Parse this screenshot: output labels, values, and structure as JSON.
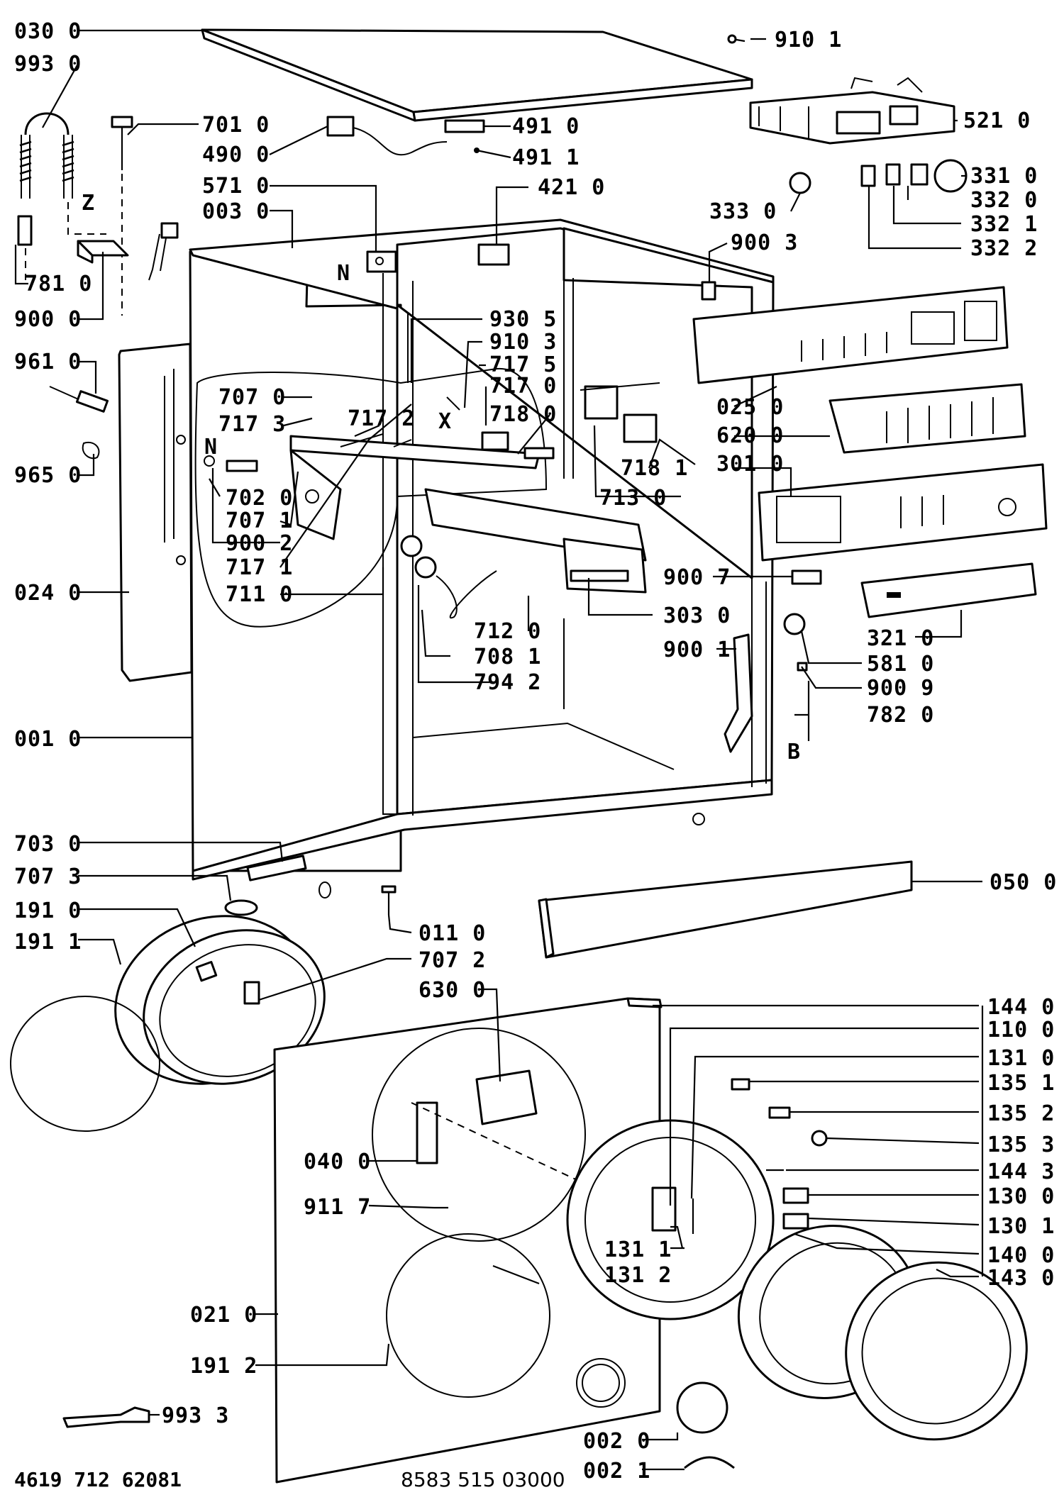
{
  "labels": {
    "l0300": "030 0",
    "l9930": "993 0",
    "l7010": "701 0",
    "l4900": "490 0",
    "l4910": "491 0",
    "l4911": "491 1",
    "l9101": "910 1",
    "l5210": "521 0",
    "l5710": "571 0",
    "l0030": "003 0",
    "l4210": "421 0",
    "l3330": "333 0",
    "l3310": "331 0",
    "l3320": "332 0",
    "l3321": "332 1",
    "l3322": "332 2",
    "l7810": "781 0",
    "l9000": "900 0",
    "l9003": "900 3",
    "l9305": "930 5",
    "l9103": "910 3",
    "l7175": "717 5",
    "l7170": "717 0",
    "l9610": "961 0",
    "l7070": "707 0",
    "l7173": "717 3",
    "l7172": "717 2",
    "l7180": "718 0",
    "l0250": "025 0",
    "l6200": "620 0",
    "l3010": "301 0",
    "l7181": "718 1",
    "l7130": "713 0",
    "l9650": "965 0",
    "l7020": "702 0",
    "l7071": "707 1",
    "l9002": "900 2",
    "l7171": "717 1",
    "l7110": "711 0",
    "l0240": "024 0",
    "l9007": "900 7",
    "l3030": "303 0",
    "l3210": "321 0",
    "l7120": "712 0",
    "l7081": "708 1",
    "l7942": "794 2",
    "l9001": "900 1",
    "l5810": "581 0",
    "l9009": "900 9",
    "l7820": "782 0",
    "l0010": "001 0",
    "l7030": "703 0",
    "l7073": "707 3",
    "l1910": "191 0",
    "l1911": "191 1",
    "l0110": "011 0",
    "l0500": "050 0",
    "l7072": "707 2",
    "l6300": "630 0",
    "l1440": "144 0",
    "l1100": "110 0",
    "l1310": "131 0",
    "l1351": "135 1",
    "l1352": "135 2",
    "l1353": "135 3",
    "l1443": "144 3",
    "l1300": "130 0",
    "l1301": "130 1",
    "l1400": "140 0",
    "l1430": "143 0",
    "l0400": "040 0",
    "l9117": "911 7",
    "l1311": "131 1",
    "l1312": "131 2",
    "l0210": "021 0",
    "l1912": "191 2",
    "l9933": "993 3",
    "l0020": "002 0",
    "l0021": "002 1"
  },
  "markers": {
    "n_top": "N",
    "n_left": "N",
    "x": "X",
    "z": "Z",
    "b": "B"
  },
  "footer": {
    "left_code": "4619 712 62081",
    "center_code": "8583 515 03000"
  }
}
